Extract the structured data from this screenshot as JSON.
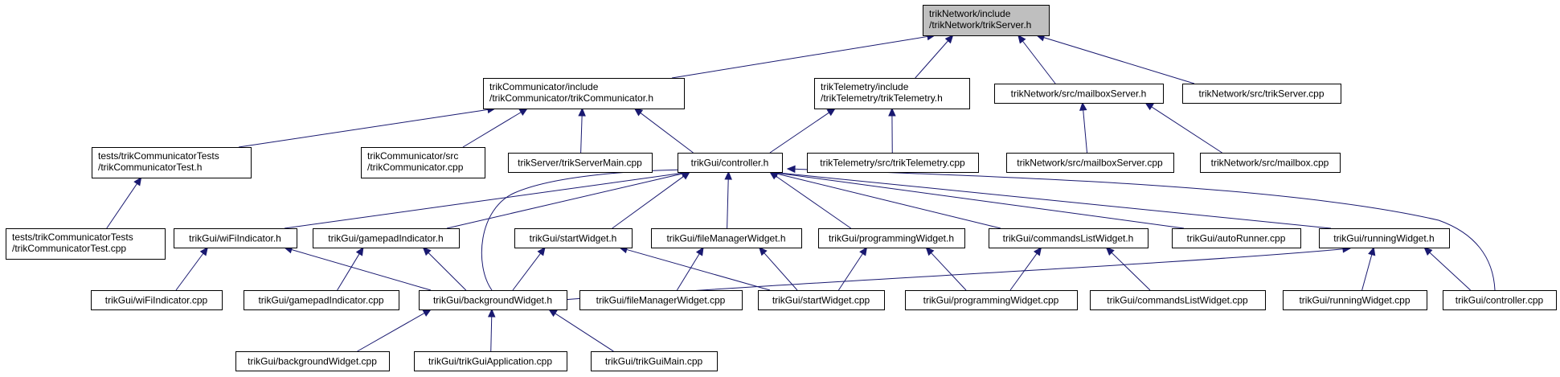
{
  "diagram": {
    "type": "include-dependency-graph",
    "colors": {
      "edge": "#191970",
      "root_fill": "#bfbfbf",
      "node_fill": "#ffffff",
      "node_border": "#000000"
    },
    "nodes": [
      {
        "id": "root",
        "lines": [
          "trikNetwork/include",
          "/trikNetwork/trikServer.h"
        ],
        "root": true
      },
      {
        "id": "comm_h",
        "lines": [
          "trikCommunicator/include",
          "/trikCommunicator/trikCommunicator.h"
        ]
      },
      {
        "id": "telem_h",
        "lines": [
          "trikTelemetry/include",
          "/trikTelemetry/trikTelemetry.h"
        ]
      },
      {
        "id": "mailbox_h",
        "lines": [
          "trikNetwork/src/mailboxServer.h"
        ]
      },
      {
        "id": "server_cpp",
        "lines": [
          "trikNetwork/src/trikServer.cpp"
        ]
      },
      {
        "id": "test_h",
        "lines": [
          "tests/trikCommunicatorTests",
          "/trikCommunicatorTest.h"
        ]
      },
      {
        "id": "comm_cpp",
        "lines": [
          "trikCommunicator/src",
          "/trikCommunicator.cpp"
        ]
      },
      {
        "id": "servermain_cpp",
        "lines": [
          "trikServer/trikServerMain.cpp"
        ]
      },
      {
        "id": "controller_h",
        "lines": [
          "trikGui/controller.h"
        ]
      },
      {
        "id": "telem_cpp",
        "lines": [
          "trikTelemetry/src/trikTelemetry.cpp"
        ]
      },
      {
        "id": "mailboxserver_cpp",
        "lines": [
          "trikNetwork/src/mailboxServer.cpp"
        ]
      },
      {
        "id": "mailbox_cpp",
        "lines": [
          "trikNetwork/src/mailbox.cpp"
        ]
      },
      {
        "id": "test_cpp",
        "lines": [
          "tests/trikCommunicatorTests",
          "/trikCommunicatorTest.cpp"
        ]
      },
      {
        "id": "wifi_h",
        "lines": [
          "trikGui/wiFiIndicator.h"
        ]
      },
      {
        "id": "gamepad_h",
        "lines": [
          "trikGui/gamepadIndicator.h"
        ]
      },
      {
        "id": "start_h",
        "lines": [
          "trikGui/startWidget.h"
        ]
      },
      {
        "id": "filemgr_h",
        "lines": [
          "trikGui/fileManagerWidget.h"
        ]
      },
      {
        "id": "prog_h",
        "lines": [
          "trikGui/programmingWidget.h"
        ]
      },
      {
        "id": "cmdlist_h",
        "lines": [
          "trikGui/commandsListWidget.h"
        ]
      },
      {
        "id": "autorunner_cpp",
        "lines": [
          "trikGui/autoRunner.cpp"
        ]
      },
      {
        "id": "running_h",
        "lines": [
          "trikGui/runningWidget.h"
        ]
      },
      {
        "id": "wifi_cpp",
        "lines": [
          "trikGui/wiFiIndicator.cpp"
        ]
      },
      {
        "id": "gamepad_cpp",
        "lines": [
          "trikGui/gamepadIndicator.cpp"
        ]
      },
      {
        "id": "bg_h",
        "lines": [
          "trikGui/backgroundWidget.h"
        ]
      },
      {
        "id": "filemgr_cpp",
        "lines": [
          "trikGui/fileManagerWidget.cpp"
        ]
      },
      {
        "id": "start_cpp",
        "lines": [
          "trikGui/startWidget.cpp"
        ]
      },
      {
        "id": "prog_cpp",
        "lines": [
          "trikGui/programmingWidget.cpp"
        ]
      },
      {
        "id": "cmdlist_cpp",
        "lines": [
          "trikGui/commandsListWidget.cpp"
        ]
      },
      {
        "id": "running_cpp",
        "lines": [
          "trikGui/runningWidget.cpp"
        ]
      },
      {
        "id": "controller_cpp",
        "lines": [
          "trikGui/controller.cpp"
        ]
      },
      {
        "id": "bg_cpp",
        "lines": [
          "trikGui/backgroundWidget.cpp"
        ]
      },
      {
        "id": "guiapp_cpp",
        "lines": [
          "trikGui/trikGuiApplication.cpp"
        ]
      },
      {
        "id": "guimain_cpp",
        "lines": [
          "trikGui/trikGuiMain.cpp"
        ]
      }
    ],
    "edges": [
      {
        "from": "comm_h",
        "to": "root"
      },
      {
        "from": "telem_h",
        "to": "root"
      },
      {
        "from": "mailbox_h",
        "to": "root"
      },
      {
        "from": "server_cpp",
        "to": "root"
      },
      {
        "from": "test_h",
        "to": "comm_h"
      },
      {
        "from": "comm_cpp",
        "to": "comm_h"
      },
      {
        "from": "servermain_cpp",
        "to": "comm_h"
      },
      {
        "from": "controller_h",
        "to": "comm_h"
      },
      {
        "from": "controller_h",
        "to": "telem_h"
      },
      {
        "from": "telem_cpp",
        "to": "telem_h"
      },
      {
        "from": "mailboxserver_cpp",
        "to": "mailbox_h"
      },
      {
        "from": "mailbox_cpp",
        "to": "mailbox_h"
      },
      {
        "from": "test_cpp",
        "to": "test_h"
      },
      {
        "from": "wifi_h",
        "to": "controller_h"
      },
      {
        "from": "gamepad_h",
        "to": "controller_h"
      },
      {
        "from": "start_h",
        "to": "controller_h"
      },
      {
        "from": "filemgr_h",
        "to": "controller_h"
      },
      {
        "from": "prog_h",
        "to": "controller_h"
      },
      {
        "from": "cmdlist_h",
        "to": "controller_h"
      },
      {
        "from": "autorunner_cpp",
        "to": "controller_h"
      },
      {
        "from": "running_h",
        "to": "controller_h"
      },
      {
        "from": "bg_h",
        "to": "controller_h",
        "curve": "bg"
      },
      {
        "from": "controller_cpp",
        "to": "controller_h",
        "curve": "ctrl"
      },
      {
        "from": "wifi_cpp",
        "to": "wifi_h"
      },
      {
        "from": "bg_h",
        "to": "wifi_h"
      },
      {
        "from": "gamepad_cpp",
        "to": "gamepad_h"
      },
      {
        "from": "bg_h",
        "to": "gamepad_h"
      },
      {
        "from": "bg_h",
        "to": "start_h"
      },
      {
        "from": "start_cpp",
        "to": "start_h"
      },
      {
        "from": "filemgr_cpp",
        "to": "filemgr_h"
      },
      {
        "from": "start_cpp",
        "to": "filemgr_h"
      },
      {
        "from": "start_cpp",
        "to": "prog_h"
      },
      {
        "from": "prog_cpp",
        "to": "prog_h"
      },
      {
        "from": "prog_cpp",
        "to": "cmdlist_h"
      },
      {
        "from": "cmdlist_cpp",
        "to": "cmdlist_h"
      },
      {
        "from": "bg_h",
        "to": "running_h",
        "curve": "bgrun"
      },
      {
        "from": "running_cpp",
        "to": "running_h"
      },
      {
        "from": "controller_cpp",
        "to": "running_h"
      },
      {
        "from": "bg_cpp",
        "to": "bg_h"
      },
      {
        "from": "guiapp_cpp",
        "to": "bg_h"
      },
      {
        "from": "guimain_cpp",
        "to": "bg_h"
      }
    ]
  }
}
